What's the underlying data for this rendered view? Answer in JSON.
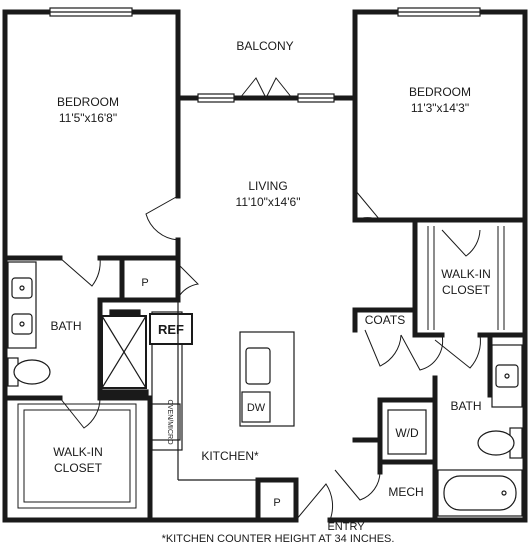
{
  "rooms": {
    "balcony": "BALCONY",
    "bedroom_left": {
      "name": "BEDROOM",
      "dims": "11'5\"x16'8\""
    },
    "bedroom_right": {
      "name": "BEDROOM",
      "dims": "11'3\"x14'3\""
    },
    "living": {
      "name": "LIVING",
      "dims": "11'10\"x14'6\""
    },
    "bath_left": "BATH",
    "bath_right": "BATH",
    "walkin_left": [
      "WALK-IN",
      "CLOSET"
    ],
    "walkin_right": [
      "WALK-IN",
      "CLOSET"
    ],
    "kitchen": "KITCHEN*",
    "mech": "MECH",
    "coats": "COATS",
    "entry": "ENTRY"
  },
  "fixtures": {
    "pantry_top": "P",
    "pantry_bottom": "P",
    "ref": "REF",
    "dw": "DW",
    "wd": "W/D",
    "oven_micro": "OVEN/MICRO"
  },
  "footnote": "*KITCHEN COUNTER HEIGHT AT 34 INCHES."
}
